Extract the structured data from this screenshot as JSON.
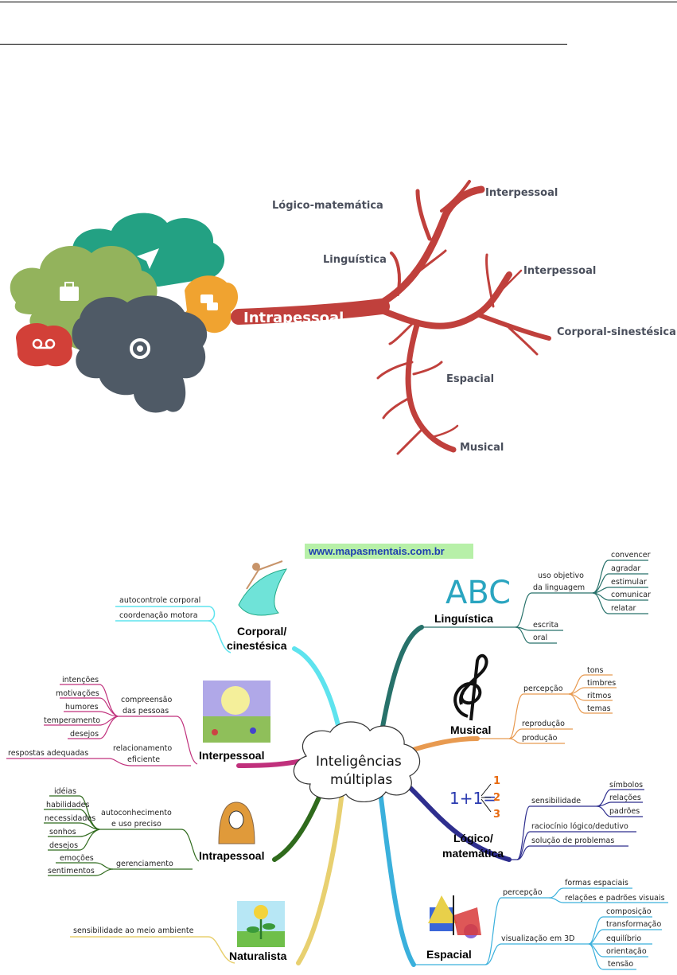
{
  "diagram1": {
    "root": "Intrapessoal",
    "branches": [
      "Lógico-matemática",
      "Linguística",
      "Interpessoal",
      "Interpessoal",
      "Corporal-sinestésica",
      "Espacial",
      "Musical"
    ]
  },
  "diagram2": {
    "url": "www.mapasmentais.com.br",
    "center_line1": "Inteligências",
    "center_line2": "múltiplas",
    "corporal": {
      "title1": "Corporal/",
      "title2": "cinestésica",
      "items": [
        "autocontrole corporal",
        "coordenação motora"
      ]
    },
    "interpessoal": {
      "title": "Interpessoal",
      "group1_l1": "compreensão",
      "group1_l2": "das pessoas",
      "group1_items": [
        "intenções",
        "motivações",
        "humores",
        "temperamento",
        "desejos"
      ],
      "group2_l1": "relacionamento",
      "group2_l2": "eficiente",
      "group2_items": [
        "respostas adequadas"
      ]
    },
    "intrapessoal": {
      "title": "Intrapessoal",
      "group1_l1": "autoconhecimento",
      "group1_l2": "e uso preciso",
      "group1_items": [
        "idéias",
        "habilidades",
        "necessidades",
        "sonhos",
        "desejos"
      ],
      "group2": "gerenciamento",
      "group2_items": [
        "emoções",
        "sentimentos"
      ]
    },
    "naturalista": {
      "title": "Naturalista",
      "items": [
        "sensibilidade ao meio ambiente"
      ]
    },
    "linguistica": {
      "title": "Linguística",
      "icon_text": "ABC",
      "group1_l1": "uso objetivo",
      "group1_l2": "da linguagem",
      "group1_items": [
        "convencer",
        "agradar",
        "estimular",
        "comunicar",
        "relatar"
      ],
      "items": [
        "escrita",
        "oral"
      ]
    },
    "musical": {
      "title": "Musical",
      "group1": "percepção",
      "group1_items": [
        "tons",
        "timbres",
        "ritmos",
        "temas"
      ],
      "items": [
        "reprodução",
        "produção"
      ]
    },
    "logico": {
      "title1": "Lógico/",
      "title2": "matemática",
      "icon_text": "1+1=",
      "icon_nums": [
        "1",
        "2",
        "3"
      ],
      "group1": "sensibilidade",
      "group1_items": [
        "símbolos",
        "relações",
        "padrões"
      ],
      "items": [
        "raciocínio lógico/dedutivo",
        "solução de problemas"
      ]
    },
    "espacial": {
      "title": "Espacial",
      "group1": "percepção",
      "group1_items": [
        "formas espaciais",
        "relações e padrões visuais"
      ],
      "group2": "visualização em 3D",
      "group2_items": [
        "composição",
        "transformação",
        "equilíbrio",
        "orientação",
        "tensão"
      ]
    }
  },
  "colors": {
    "tree_red": "#c0403c",
    "cloud_green": "#93b35c",
    "cloud_teal": "#23a183",
    "cloud_orange": "#f0a330",
    "cloud_red": "#d24038",
    "cloud_slate": "#4f5a66",
    "branch_cyan": "#5ee3ee",
    "branch_magenta": "#c0307c",
    "branch_green": "#2f6a1c",
    "branch_yellow": "#e8d070",
    "branch_teal": "#27716a",
    "branch_orange": "#e89a50",
    "branch_navy": "#2e2e8e",
    "branch_blue": "#3ab0dc"
  }
}
